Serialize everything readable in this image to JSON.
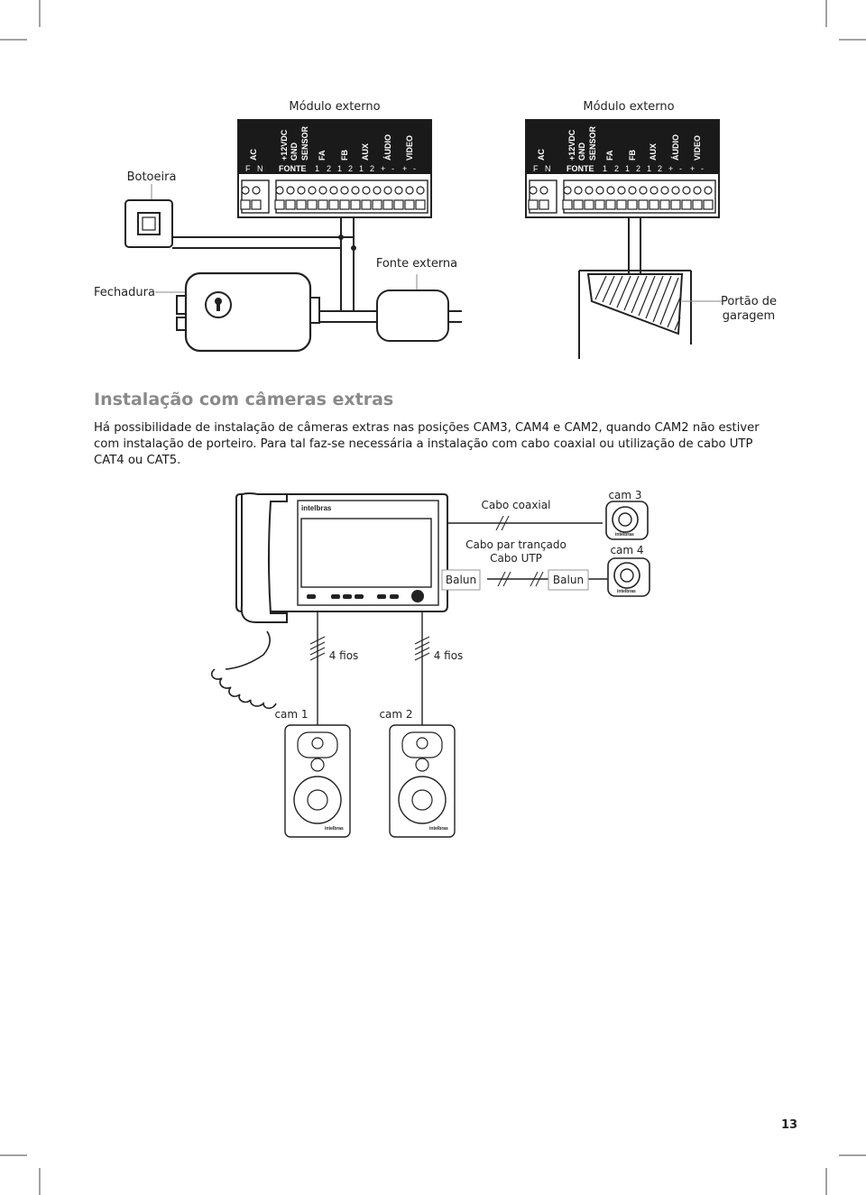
{
  "top": {
    "module_left_title": "Módulo externo",
    "module_right_title": "Módulo externo",
    "botoeira": "Botoeira",
    "fonte_externa": "Fonte externa",
    "fechadura": "Fechadura",
    "portao_line1": "Portão de",
    "portao_line2": "garagem"
  },
  "terminal": {
    "ac": "AC",
    "f": "F",
    "n": "N",
    "v12": "+12VDC",
    "gnd": "GND",
    "sensor": "SENSOR",
    "fonte": "FONTE",
    "fa": "FA",
    "fb": "FB",
    "aux": "AUX",
    "audio": "ÁUDIO",
    "video": "VIDEO",
    "n1": "1",
    "n2": "2",
    "plus": "+",
    "minus": "-"
  },
  "section": {
    "heading": "Instalação com câmeras extras",
    "paragraph": "Há possibilidade de instalação de câmeras extras nas posições CAM3, CAM4 e CAM2, quando CAM2 não estiver com instalação de porteiro. Para tal faz-se necessária a instalação com cabo coaxial ou utilização de cabo UTP CAT4 ou CAT5."
  },
  "bottom": {
    "brand": "intelbras",
    "cabo_coaxial": "Cabo coaxial",
    "cabo_par_trancado": "Cabo par trançado",
    "cabo_utp": "Cabo UTP",
    "balun_left": "Balun",
    "balun_right": "Balun",
    "cam1": "cam 1",
    "cam2": "cam 2",
    "cam3": "cam 3",
    "cam4": "cam 4",
    "fios_left": "4 fios",
    "fios_right": "4 fios"
  },
  "page_number": "13"
}
